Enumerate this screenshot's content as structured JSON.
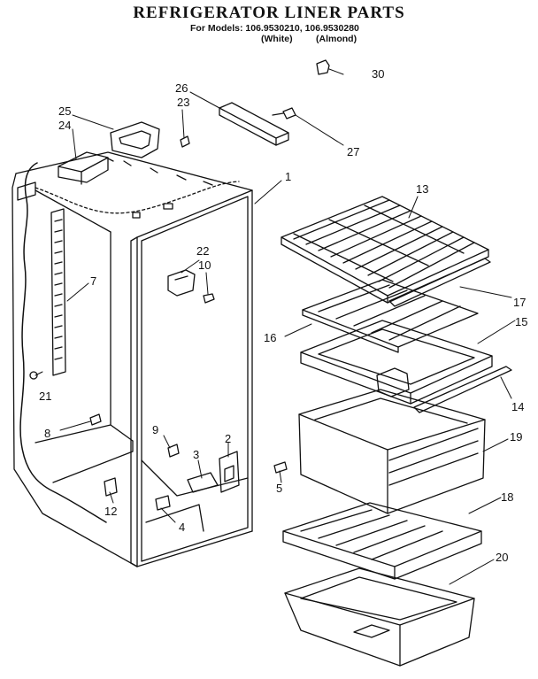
{
  "title": "REFRIGERATOR LINER PARTS",
  "models_line": "For Models: 106.9530210, 106.9530280",
  "variant_white": "(White)",
  "variant_almond": "(Almond)",
  "callouts": {
    "c1": "1",
    "c2": "2",
    "c3": "3",
    "c4": "4",
    "c5": "5",
    "c7": "7",
    "c8": "8",
    "c9": "9",
    "c10": "10",
    "c12": "12",
    "c13": "13",
    "c14": "14",
    "c15": "15",
    "c16": "16",
    "c17": "17",
    "c18": "18",
    "c19": "19",
    "c20": "20",
    "c21": "21",
    "c22": "22",
    "c23": "23",
    "c24": "24",
    "c25": "25",
    "c26": "26",
    "c27": "27",
    "c30": "30"
  }
}
